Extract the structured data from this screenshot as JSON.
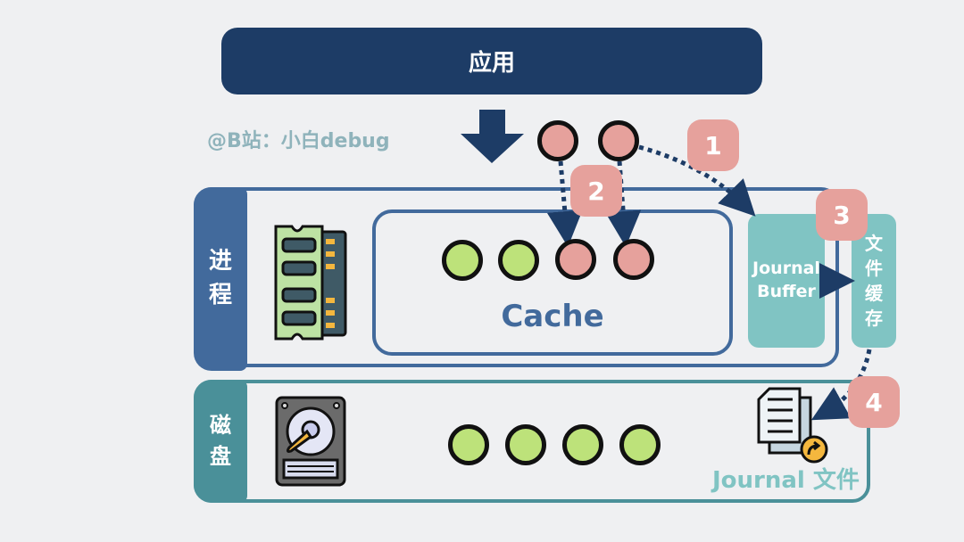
{
  "app_bar": {
    "label": "应用"
  },
  "watermark": "@B站：小白debug",
  "process": {
    "label_chars": [
      "进",
      "程"
    ],
    "icon": "ram-memory-icon"
  },
  "disk": {
    "label_chars": [
      "磁",
      "盘"
    ],
    "icon": "hard-drive-icon"
  },
  "cache": {
    "title": "Cache",
    "dots": [
      "green",
      "green",
      "red",
      "red"
    ]
  },
  "incoming_dots": [
    "red",
    "red"
  ],
  "journal_buffer": {
    "lines": [
      "Journal",
      "Buffer"
    ]
  },
  "file_cache": {
    "chars": [
      "文",
      "件",
      "缓",
      "存"
    ]
  },
  "journal_file": {
    "label": "Journal 文件",
    "icon": "document-share-icon"
  },
  "disk_dots": [
    "green",
    "green",
    "green",
    "green"
  ],
  "steps": [
    "1",
    "2",
    "3",
    "4"
  ],
  "colors": {
    "app": "#1d3c66",
    "process": "#426a9c",
    "disk": "#4a9099",
    "buffer": "#80c4c3",
    "badge": "#e6a19c",
    "dirty": "#e6a19c",
    "clean": "#bde27a",
    "arrow": "#1d3c66"
  }
}
